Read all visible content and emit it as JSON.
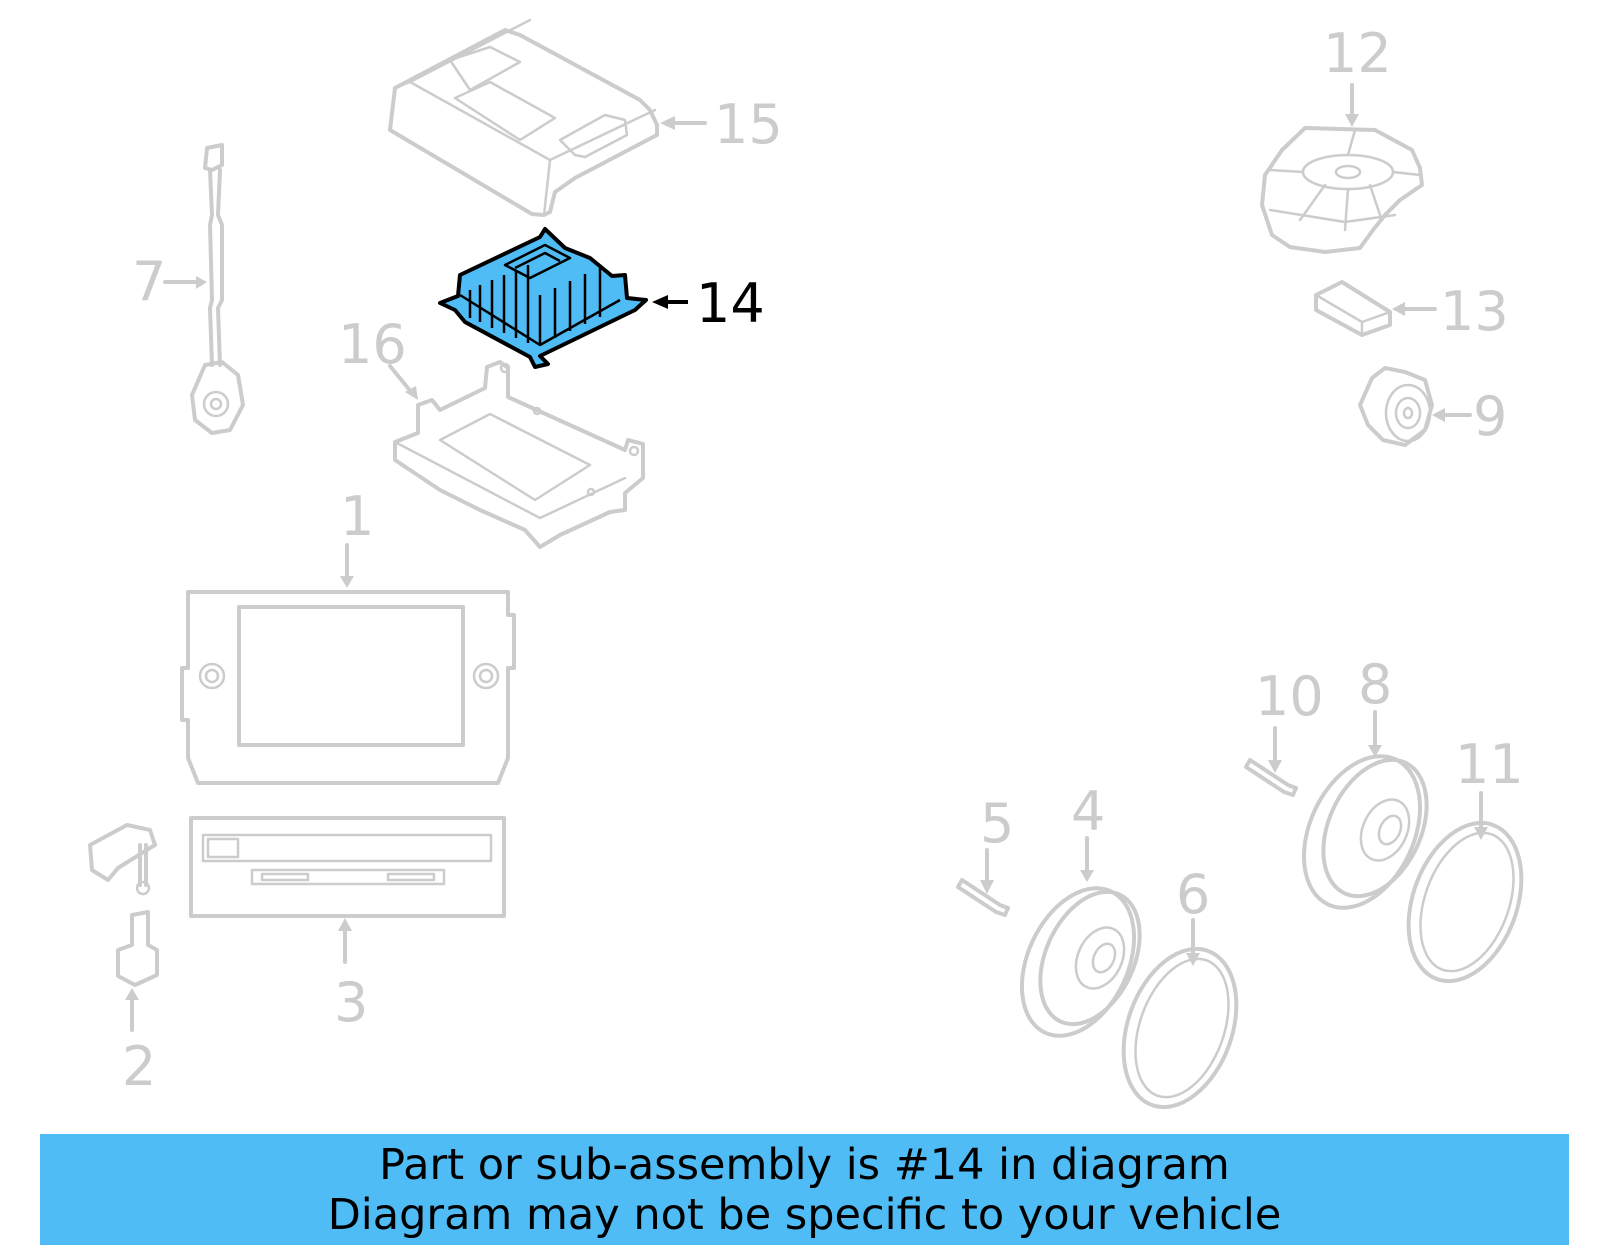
{
  "diagram": {
    "highlighted_part": "14",
    "highlight_color": "#4fbcf5",
    "inactive_color": "#cccccc",
    "callouts": [
      {
        "id": "1",
        "label": "1",
        "part": "display-head-unit"
      },
      {
        "id": "2",
        "label": "2",
        "part": "connector-cable"
      },
      {
        "id": "3",
        "label": "3",
        "part": "media-unit"
      },
      {
        "id": "4",
        "label": "4",
        "part": "speaker-front"
      },
      {
        "id": "5",
        "label": "5",
        "part": "rivet"
      },
      {
        "id": "6",
        "label": "6",
        "part": "speaker-seal-ring"
      },
      {
        "id": "7",
        "label": "7",
        "part": "antenna-cable"
      },
      {
        "id": "8",
        "label": "8",
        "part": "speaker-rear"
      },
      {
        "id": "9",
        "label": "9",
        "part": "tweeter"
      },
      {
        "id": "10",
        "label": "10",
        "part": "rivet"
      },
      {
        "id": "11",
        "label": "11",
        "part": "speaker-seal-ring"
      },
      {
        "id": "12",
        "label": "12",
        "part": "subwoofer"
      },
      {
        "id": "13",
        "label": "13",
        "part": "pad"
      },
      {
        "id": "14",
        "label": "14",
        "part": "amplifier"
      },
      {
        "id": "15",
        "label": "15",
        "part": "cover"
      },
      {
        "id": "16",
        "label": "16",
        "part": "bracket"
      }
    ]
  },
  "banner": {
    "line1": "Part or sub-assembly is #14 in diagram",
    "line2": "Diagram may not be specific to your vehicle",
    "background": "#4fbcf5"
  }
}
